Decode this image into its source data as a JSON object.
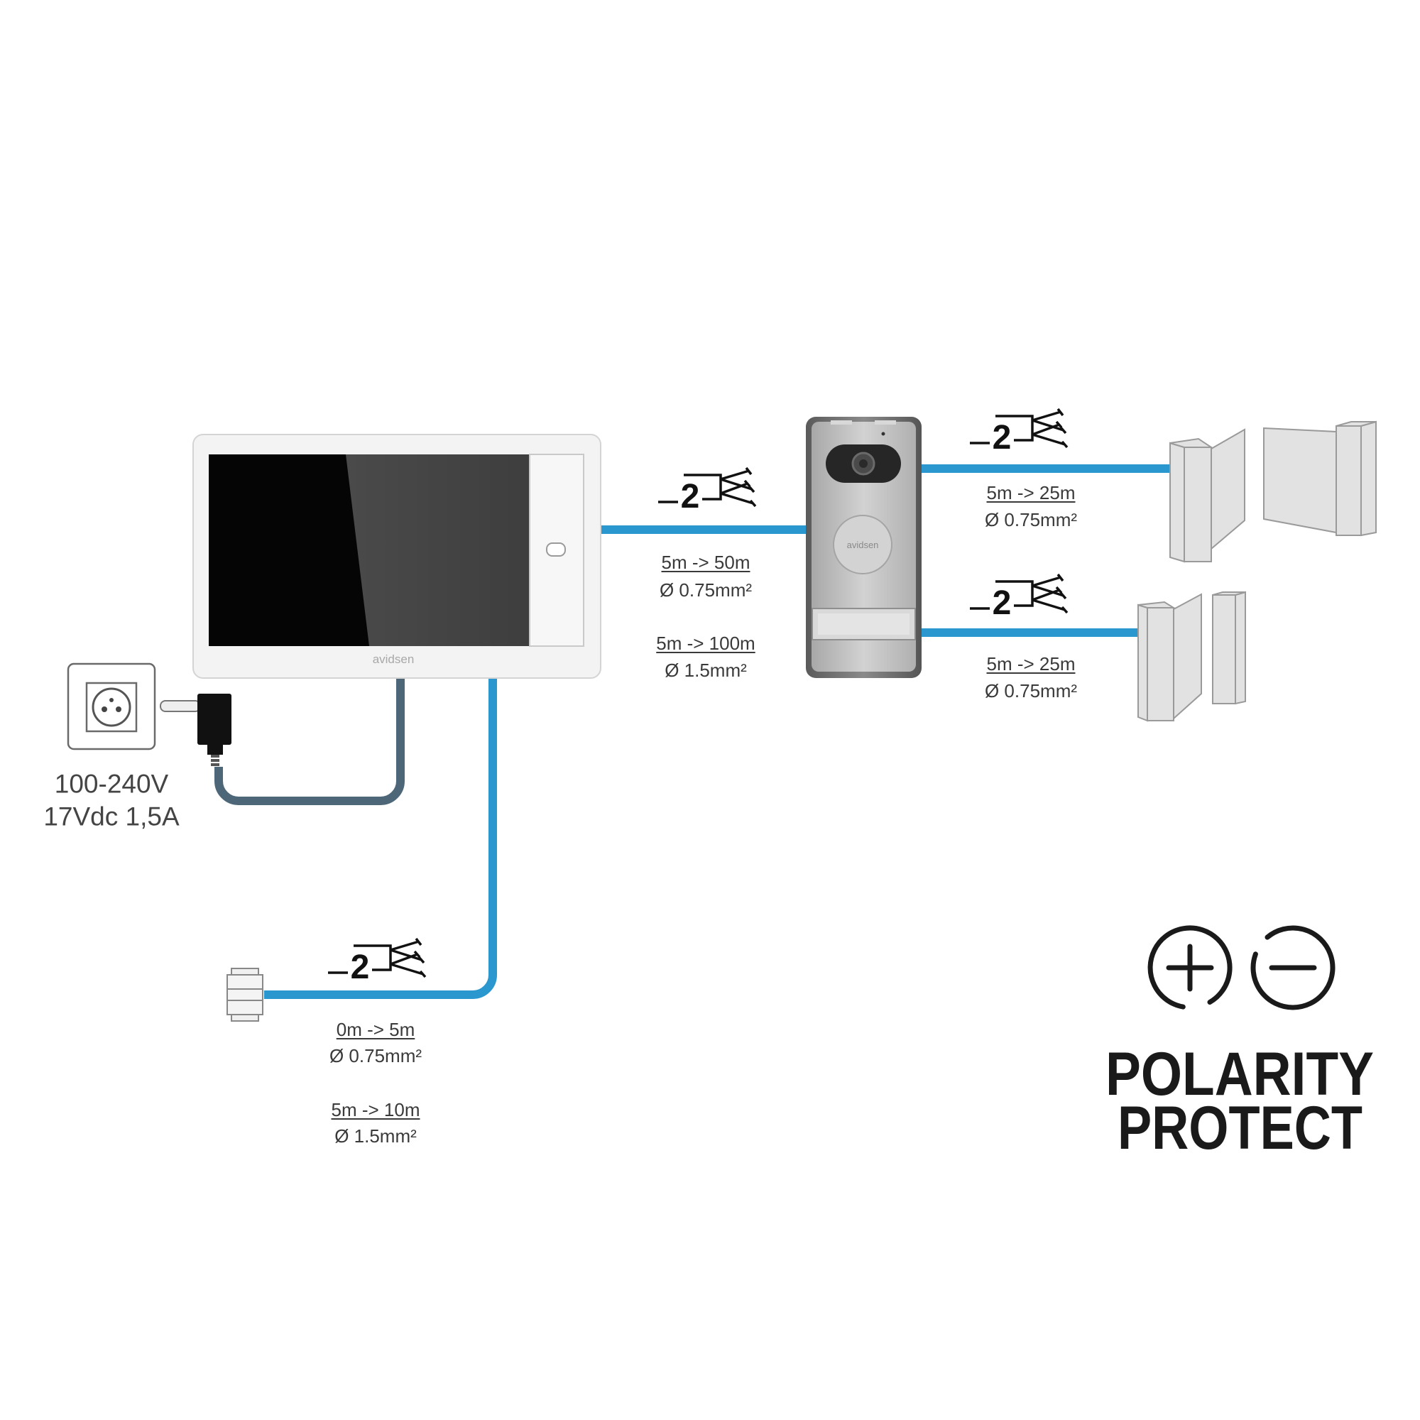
{
  "monitor": {
    "brand": "avidsen"
  },
  "doorbell": {
    "brand": "avidsen"
  },
  "power": {
    "input": "100-240V",
    "output": "17Vdc 1,5A"
  },
  "cables": {
    "monitor_doorbell": {
      "wires": "2",
      "run1": "5m -> 50m",
      "gauge1": "Ø 0.75mm²",
      "run2": "5m -> 100m",
      "gauge2": "Ø 1.5mm²"
    },
    "doorbell_gate": {
      "wires": "2",
      "run1": "5m -> 25m",
      "gauge1": "Ø 0.75mm²"
    },
    "doorbell_door": {
      "wires": "2",
      "run1": "5m -> 25m",
      "gauge1": "Ø 0.75mm²"
    },
    "monitor_chime": {
      "wires": "2",
      "run1": "0m -> 5m",
      "gauge1": "Ø 0.75mm²",
      "run2": "5m -> 10m",
      "gauge2": "Ø 1.5mm²"
    }
  },
  "polarity": {
    "line1": "POLARITY",
    "line2": "PROTECT"
  },
  "icons": [
    "plus-icon",
    "minus-icon",
    "wire-count-icon",
    "power-socket-icon",
    "power-adapter-icon",
    "chime-icon",
    "gate-icon",
    "door-icon"
  ],
  "colors": {
    "cable": "#2a97cf",
    "power_cable": "#4d6779",
    "text": "#3a3a3a"
  }
}
